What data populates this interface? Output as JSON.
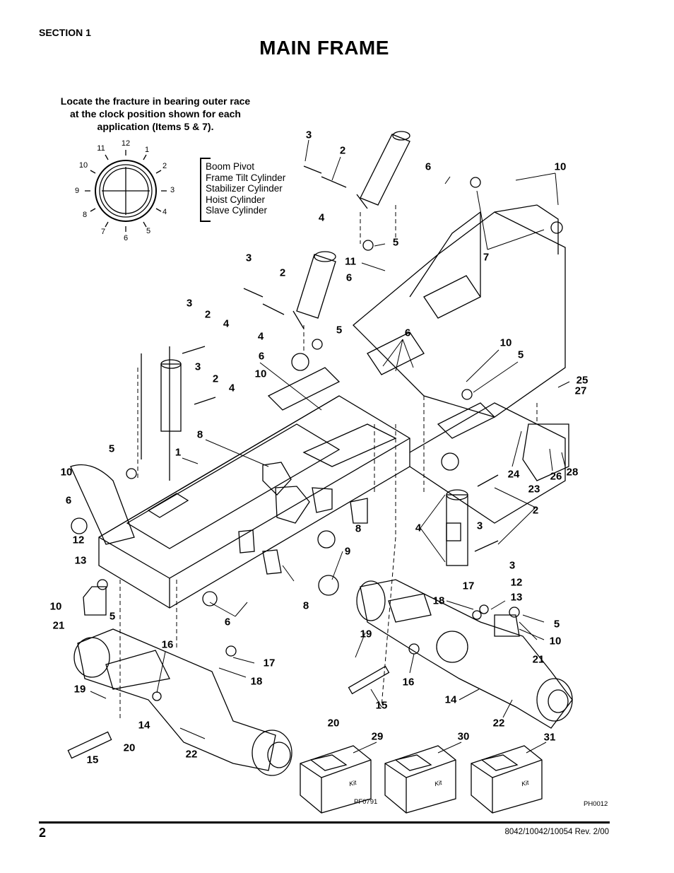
{
  "header": {
    "section": "SECTION 1",
    "title": "MAIN FRAME"
  },
  "bearing_note": {
    "lines": [
      "Locate the fracture in bearing outer race",
      "at the clock position shown for each",
      "application (Items 5 & 7)."
    ],
    "clock_positions": [
      "12",
      "1",
      "2",
      "3",
      "4",
      "5",
      "6",
      "7",
      "8",
      "9",
      "10",
      "11"
    ],
    "applications": [
      "Boom Pivot",
      "Frame Tilt Cylinder",
      "Stabilizer Cylinder",
      "Hoist Cylinder",
      "Slave Cylinder"
    ]
  },
  "callouts": [
    "3",
    "2",
    "4",
    "6",
    "10",
    "7",
    "5",
    "3",
    "2",
    "11",
    "6",
    "4",
    "5",
    "3",
    "2",
    "4",
    "6",
    "10",
    "6",
    "10",
    "5",
    "3",
    "2",
    "4",
    "25",
    "27",
    "8",
    "1",
    "5",
    "10",
    "6",
    "24",
    "26",
    "28",
    "23",
    "8",
    "9",
    "4",
    "3",
    "2",
    "12",
    "13",
    "10",
    "3",
    "8",
    "6",
    "21",
    "5",
    "17",
    "12",
    "18",
    "13",
    "5",
    "10",
    "16",
    "17",
    "18",
    "19",
    "14",
    "20",
    "15",
    "22",
    "19",
    "16",
    "15",
    "20",
    "14",
    "22",
    "21",
    "29",
    "30",
    "31"
  ],
  "kits": {
    "label": "Kit"
  },
  "figure_ids": {
    "left": "PF0791",
    "right": "PH0012"
  },
  "footer": {
    "page_number": "2",
    "doc_ref": "8042/10042/10054 Rev. 2/00"
  }
}
